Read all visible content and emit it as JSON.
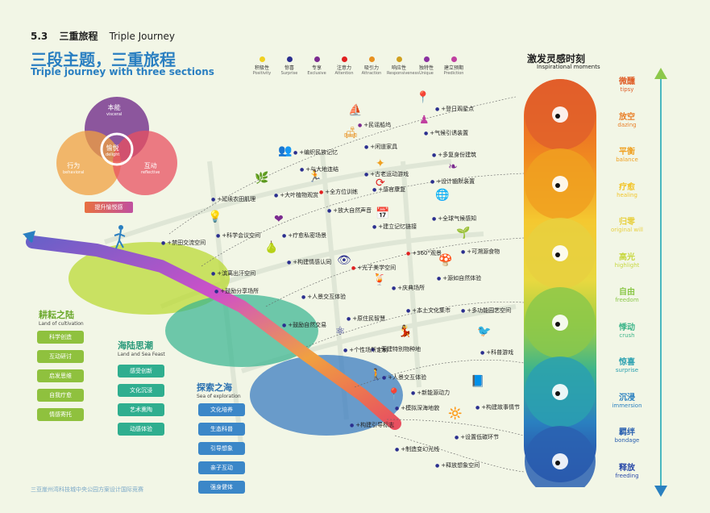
{
  "header": {
    "section_no": "5.3",
    "section_cn": "三重旅程",
    "section_en": "Triple Journey",
    "title_cn": "三段主题，三重旅程",
    "title_en": "Triple journey with three sections"
  },
  "legend": [
    {
      "cn": "积极性",
      "en": "Positivity",
      "color": "#f0d020"
    },
    {
      "cn": "惊喜",
      "en": "Surprise",
      "color": "#2b2f8f"
    },
    {
      "cn": "专享",
      "en": "Exclusive",
      "color": "#7b2a8f"
    },
    {
      "cn": "注意力",
      "en": "Attention",
      "color": "#e02020"
    },
    {
      "cn": "吸引力",
      "en": "Attraction",
      "color": "#e89020"
    },
    {
      "cn": "响应性",
      "en": "Responsiveness",
      "color": "#d0a020"
    },
    {
      "cn": "独特性",
      "en": "Unique",
      "color": "#8a30a0"
    },
    {
      "cn": "建立预期",
      "en": "Prediction",
      "color": "#c040a0"
    }
  ],
  "venn": {
    "top_cn": "本能",
    "top_en": "visceral",
    "left_cn": "行为",
    "left_en": "behavioral",
    "right_cn": "互动",
    "right_en": "reflective",
    "center_cn": "愉悦",
    "center_en": "delight",
    "button": "提升愉悦感"
  },
  "zones": [
    {
      "cn": "耕耘之陆",
      "en": "Land of cultivation",
      "color": "#8fc13e",
      "tags": [
        "科学创造",
        "互动研讨",
        "启发思维",
        "自我疗愈",
        "情感寄托"
      ]
    },
    {
      "cn": "海陆思潮",
      "en": "Land and Sea Feast",
      "color": "#2fae8f",
      "tags": [
        "感受创新",
        "文化沉浸",
        "艺术熏陶",
        "动感体验"
      ]
    },
    {
      "cn": "探索之海",
      "en": "Sea of exploration",
      "color": "#3b87c8",
      "tags": [
        "文化培养",
        "生态科普",
        "引导想象",
        "亲子互动",
        "强身健体"
      ]
    }
  ],
  "labels": [
    {
      "t": "+登日观星点",
      "c": "#2b2f8f"
    },
    {
      "t": "+民谣船坞",
      "c": "#7b2a8f"
    },
    {
      "t": "+气候引诱装置",
      "c": "#2b2f8f"
    },
    {
      "t": "+闲道家具",
      "c": "#2b2f8f"
    },
    {
      "t": "+编织民族记忆",
      "c": "#2b2f8f"
    },
    {
      "t": "+多复身份建筑",
      "c": "#2b2f8f"
    },
    {
      "t": "+与大地连结",
      "c": "#2b2f8f"
    },
    {
      "t": "+古老运动游戏",
      "c": "#2b2f8f"
    },
    {
      "t": "+设计幽默装置",
      "c": "#2b2f8f"
    },
    {
      "t": "+大叶植物观赏",
      "c": "#2b2f8f"
    },
    {
      "t": "+全方位训练",
      "c": "#e02020"
    },
    {
      "t": "+感官康复",
      "c": "#2b2f8f"
    },
    {
      "t": "+延续农田肌理",
      "c": "#2b2f8f"
    },
    {
      "t": "+放大自然声音",
      "c": "#2b2f8f"
    },
    {
      "t": "+全球气候感知",
      "c": "#2b2f8f"
    },
    {
      "t": "+科学会议空间",
      "c": "#2b2f8f"
    },
    {
      "t": "+疗愈私密场景",
      "c": "#2b2f8f"
    },
    {
      "t": "+建立记忆链接",
      "c": "#2b2f8f"
    },
    {
      "t": "+禁田交流空间",
      "c": "#2b2f8f"
    },
    {
      "t": "+360°观景",
      "c": "#e02020"
    },
    {
      "t": "+可溯源食物",
      "c": "#2b2f8f"
    },
    {
      "t": "+构建情感认同",
      "c": "#2b2f8f"
    },
    {
      "t": "+光子美学空间",
      "c": "#e02020"
    },
    {
      "t": "+源如自然体验",
      "c": "#2b2f8f"
    },
    {
      "t": "+滨离出汗空间",
      "c": "#2b2f8f"
    },
    {
      "t": "+庆典场所",
      "c": "#2b2f8f"
    },
    {
      "t": "+鼓励分享场所",
      "c": "#2b2f8f"
    },
    {
      "t": "+人景交互体验",
      "c": "#2b2f8f"
    },
    {
      "t": "+本土文化集市",
      "c": "#2b2f8f"
    },
    {
      "t": "+多功能园艺空间",
      "c": "#2b2f8f"
    },
    {
      "t": "+原住民智慧",
      "c": "#2b2f8f"
    },
    {
      "t": "+鼓励自然交易",
      "c": "#2b2f8f"
    },
    {
      "t": "+营建特别物种地",
      "c": "#2b2f8f"
    },
    {
      "t": "+个性场所定制",
      "c": "#2b2f8f"
    },
    {
      "t": "+科普游戏",
      "c": "#2b2f8f"
    },
    {
      "t": "+人景交互体验",
      "c": "#2b2f8f"
    },
    {
      "t": "+新能源动力",
      "c": "#2b2f8f"
    },
    {
      "t": "+模拟深海地貌",
      "c": "#2b2f8f"
    },
    {
      "t": "+构建故事情节",
      "c": "#2b2f8f"
    },
    {
      "t": "+构建引导标志",
      "c": "#2b2f8f"
    },
    {
      "t": "+设置低碳环节",
      "c": "#2b2f8f"
    },
    {
      "t": "+制造变幻光线",
      "c": "#2b2f8f"
    },
    {
      "t": "+释放想象空间",
      "c": "#2b2f8f"
    }
  ],
  "inspiration": {
    "title_cn": "激发灵感时刻",
    "title_en": "Inspirational moments",
    "moods": [
      {
        "cn": "微醺",
        "en": "tipsy",
        "color": "#e0602a"
      },
      {
        "cn": "放空",
        "en": "dazing",
        "color": "#e9802a"
      },
      {
        "cn": "平衡",
        "en": "balance",
        "color": "#f0a020"
      },
      {
        "cn": "疗愈",
        "en": "healing",
        "color": "#f2c52a"
      },
      {
        "cn": "归零",
        "en": "original will",
        "color": "#e8d040"
      },
      {
        "cn": "高光",
        "en": "highlight",
        "color": "#c8d840"
      },
      {
        "cn": "自由",
        "en": "freedom",
        "color": "#8cc84a"
      },
      {
        "cn": "悸动",
        "en": "crush",
        "color": "#3eb58a"
      },
      {
        "cn": "惊喜",
        "en": "surprise",
        "color": "#2aa0b0"
      },
      {
        "cn": "沉浸",
        "en": "immersion",
        "color": "#2a80c0"
      },
      {
        "cn": "羁绊",
        "en": "bondage",
        "color": "#2a60b0"
      },
      {
        "cn": "释放",
        "en": "freeding",
        "color": "#2a4aa8"
      }
    ]
  },
  "footer": "三亚崖州湾科技城中央公园方案设计国际竞赛"
}
